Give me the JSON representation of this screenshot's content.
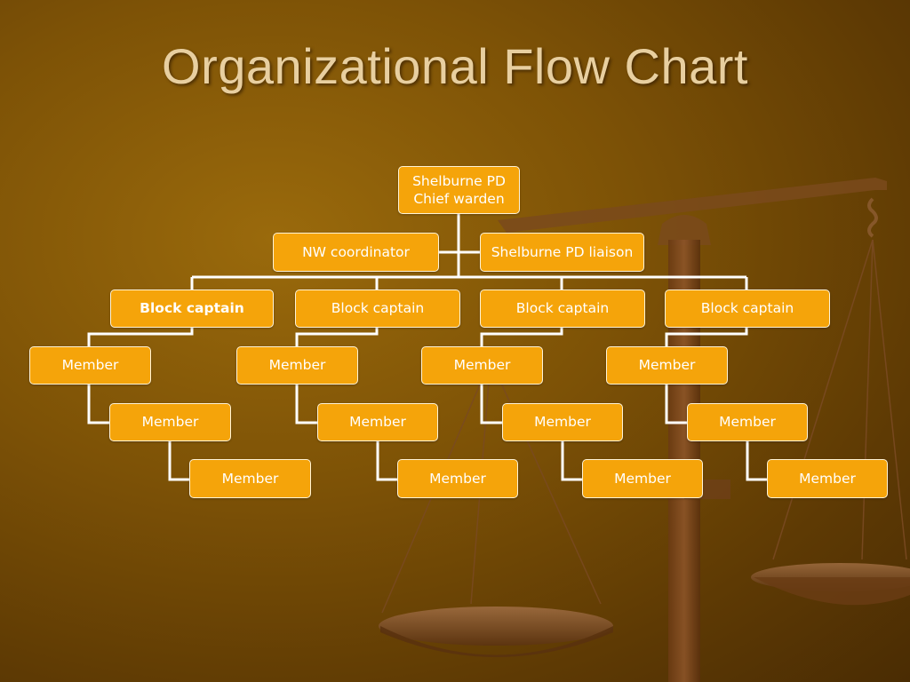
{
  "slide": {
    "title": "Organizational Flow Chart"
  },
  "colors": {
    "background": "#7d5206",
    "node_fill": "#f5a40a",
    "node_border": "#fff3d6",
    "connector": "#ffffff",
    "title_text": "#e8cfa0"
  },
  "icons": {
    "background_graphic": "scales-of-justice-icon"
  },
  "org_chart": {
    "root": {
      "line1": "Shelburne PD",
      "line2": "Chief warden"
    },
    "assistants": [
      {
        "label": "NW coordinator"
      },
      {
        "label": "Shelburne PD liaison"
      }
    ],
    "block_captains": [
      {
        "label": "Block captain",
        "emphasized": true,
        "members": [
          "Member",
          "Member",
          "Member"
        ]
      },
      {
        "label": "Block captain",
        "emphasized": false,
        "members": [
          "Member",
          "Member",
          "Member"
        ]
      },
      {
        "label": "Block captain",
        "emphasized": false,
        "members": [
          "Member",
          "Member",
          "Member"
        ]
      },
      {
        "label": "Block captain",
        "emphasized": false,
        "members": [
          "Member",
          "Member",
          "Member"
        ]
      }
    ]
  }
}
